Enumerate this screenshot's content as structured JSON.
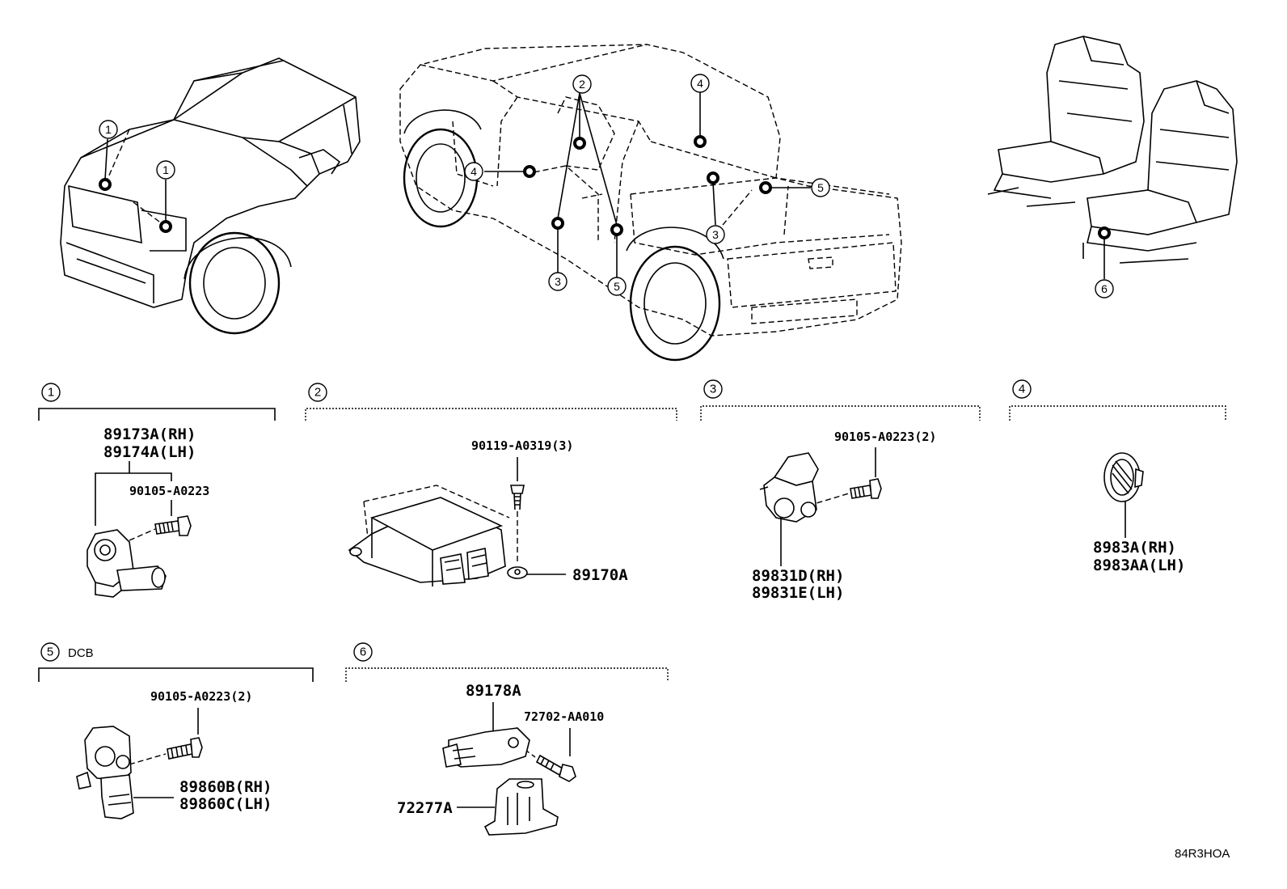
{
  "sections": [
    {
      "num": "1",
      "note": ""
    },
    {
      "num": "2",
      "note": ""
    },
    {
      "num": "3",
      "note": ""
    },
    {
      "num": "4",
      "note": ""
    },
    {
      "num": "5",
      "note": "DCB"
    },
    {
      "num": "6",
      "note": ""
    }
  ],
  "callouts": {
    "c1a": "1",
    "c1b": "1",
    "c2": "2",
    "c3a": "3",
    "c3b": "3",
    "c4a": "4",
    "c4b": "4",
    "c5a": "5",
    "c5b": "5",
    "c6": "6"
  },
  "parts": {
    "s1_sensor_rh": "89173A(RH)",
    "s1_sensor_lh": "89174A(LH)",
    "s1_bolt": "90105-A0223",
    "s2_bolt": "90119-A0319(3)",
    "s2_ecu": "89170A",
    "s3_bolt": "90105-A0223(2)",
    "s3_sensor_rh": "89831D(RH)",
    "s3_sensor_lh": "89831E(LH)",
    "s4_sensor_rh": "8983A(RH)",
    "s4_sensor_lh": "8983AA(LH)",
    "s5_bolt": "90105-A0223(2)",
    "s5_sensor_rh": "89860B(RH)",
    "s5_sensor_lh": "89860C(LH)",
    "s6_sensor": "89178A",
    "s6_bolt": "72702-AA010",
    "s6_bracket": "72277A"
  },
  "reference_code": "84R3HOA"
}
